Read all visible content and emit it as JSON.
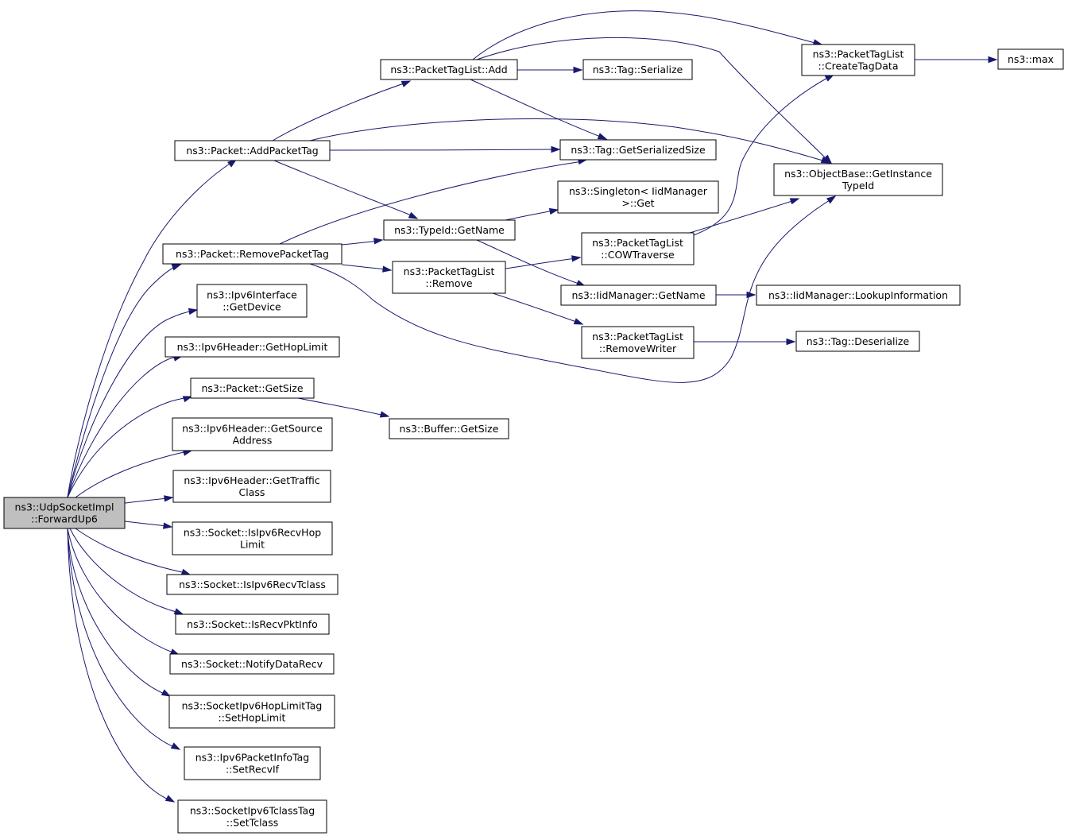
{
  "graph": {
    "nodes": [
      {
        "id": "root",
        "lines": [
          "ns3::UdpSocketImpl",
          "::ForwardUp6"
        ],
        "root": true
      },
      {
        "id": "addPacketTag",
        "lines": [
          "ns3::Packet::AddPacketTag"
        ]
      },
      {
        "id": "removePacketTag",
        "lines": [
          "ns3::Packet::RemovePacketTag"
        ]
      },
      {
        "id": "ipv6IfGetDevice",
        "lines": [
          "ns3::Ipv6Interface",
          "::GetDevice"
        ]
      },
      {
        "id": "ipv6HdrGetHopLimit",
        "lines": [
          "ns3::Ipv6Header::GetHopLimit"
        ]
      },
      {
        "id": "packetGetSize",
        "lines": [
          "ns3::Packet::GetSize"
        ]
      },
      {
        "id": "ipv6HdrGetSourceAddress",
        "lines": [
          "ns3::Ipv6Header::GetSource",
          "Address"
        ]
      },
      {
        "id": "ipv6HdrGetTrafficClass",
        "lines": [
          "ns3::Ipv6Header::GetTraffic",
          "Class"
        ]
      },
      {
        "id": "isIpv6RecvHopLimit",
        "lines": [
          "ns3::Socket::IsIpv6RecvHop",
          "Limit"
        ]
      },
      {
        "id": "isIpv6RecvTclass",
        "lines": [
          "ns3::Socket::IsIpv6RecvTclass"
        ]
      },
      {
        "id": "isRecvPktInfo",
        "lines": [
          "ns3::Socket::IsRecvPktInfo"
        ]
      },
      {
        "id": "notifyDataRecv",
        "lines": [
          "ns3::Socket::NotifyDataRecv"
        ]
      },
      {
        "id": "setHopLimit",
        "lines": [
          "ns3::SocketIpv6HopLimitTag",
          "::SetHopLimit"
        ]
      },
      {
        "id": "setRecvIf",
        "lines": [
          "ns3::Ipv6PacketInfoTag",
          "::SetRecvIf"
        ]
      },
      {
        "id": "setTclass",
        "lines": [
          "ns3::SocketIpv6TclassTag",
          "::SetTclass"
        ]
      },
      {
        "id": "ptlAdd",
        "lines": [
          "ns3::PacketTagList::Add"
        ]
      },
      {
        "id": "typeIdGetName",
        "lines": [
          "ns3::TypeId::GetName"
        ]
      },
      {
        "id": "ptlRemove",
        "lines": [
          "ns3::PacketTagList",
          "::Remove"
        ]
      },
      {
        "id": "bufferGetSize",
        "lines": [
          "ns3::Buffer::GetSize"
        ]
      },
      {
        "id": "tagSerialize",
        "lines": [
          "ns3::Tag::Serialize"
        ]
      },
      {
        "id": "tagGetSerializedSize",
        "lines": [
          "ns3::Tag::GetSerializedSize"
        ]
      },
      {
        "id": "singletonGet",
        "lines": [
          "ns3::Singleton< IidManager",
          " >::Get"
        ]
      },
      {
        "id": "cowTraverse",
        "lines": [
          "ns3::PacketTagList",
          "::COWTraverse"
        ]
      },
      {
        "id": "iidGetName",
        "lines": [
          "ns3::IidManager::GetName"
        ]
      },
      {
        "id": "removeWriter",
        "lines": [
          "ns3::PacketTagList",
          "::RemoveWriter"
        ]
      },
      {
        "id": "createTagData",
        "lines": [
          "ns3::PacketTagList",
          "::CreateTagData"
        ]
      },
      {
        "id": "getInstanceTypeId",
        "lines": [
          "ns3::ObjectBase::GetInstance",
          "TypeId"
        ]
      },
      {
        "id": "lookupInformation",
        "lines": [
          "ns3::IidManager::LookupInformation"
        ]
      },
      {
        "id": "tagDeserialize",
        "lines": [
          "ns3::Tag::Deserialize"
        ]
      },
      {
        "id": "max",
        "lines": [
          "ns3::max"
        ]
      }
    ],
    "edges": [
      [
        "root",
        "addPacketTag"
      ],
      [
        "root",
        "removePacketTag"
      ],
      [
        "root",
        "ipv6IfGetDevice"
      ],
      [
        "root",
        "ipv6HdrGetHopLimit"
      ],
      [
        "root",
        "packetGetSize"
      ],
      [
        "root",
        "ipv6HdrGetSourceAddress"
      ],
      [
        "root",
        "ipv6HdrGetTrafficClass"
      ],
      [
        "root",
        "isIpv6RecvHopLimit"
      ],
      [
        "root",
        "isIpv6RecvTclass"
      ],
      [
        "root",
        "isRecvPktInfo"
      ],
      [
        "root",
        "notifyDataRecv"
      ],
      [
        "root",
        "setHopLimit"
      ],
      [
        "root",
        "setRecvIf"
      ],
      [
        "root",
        "setTclass"
      ],
      [
        "addPacketTag",
        "ptlAdd"
      ],
      [
        "addPacketTag",
        "tagGetSerializedSize"
      ],
      [
        "addPacketTag",
        "getInstanceTypeId"
      ],
      [
        "addPacketTag",
        "typeIdGetName"
      ],
      [
        "removePacketTag",
        "tagGetSerializedSize"
      ],
      [
        "removePacketTag",
        "typeIdGetName"
      ],
      [
        "removePacketTag",
        "ptlRemove"
      ],
      [
        "removePacketTag",
        "getInstanceTypeId"
      ],
      [
        "packetGetSize",
        "bufferGetSize"
      ],
      [
        "ptlAdd",
        "createTagData"
      ],
      [
        "ptlAdd",
        "getInstanceTypeId"
      ],
      [
        "ptlAdd",
        "tagSerialize"
      ],
      [
        "ptlAdd",
        "tagGetSerializedSize"
      ],
      [
        "typeIdGetName",
        "singletonGet"
      ],
      [
        "typeIdGetName",
        "iidGetName"
      ],
      [
        "ptlRemove",
        "cowTraverse"
      ],
      [
        "ptlRemove",
        "removeWriter"
      ],
      [
        "cowTraverse",
        "createTagData"
      ],
      [
        "cowTraverse",
        "getInstanceTypeId"
      ],
      [
        "iidGetName",
        "lookupInformation"
      ],
      [
        "removeWriter",
        "tagDeserialize"
      ],
      [
        "createTagData",
        "max"
      ]
    ]
  }
}
